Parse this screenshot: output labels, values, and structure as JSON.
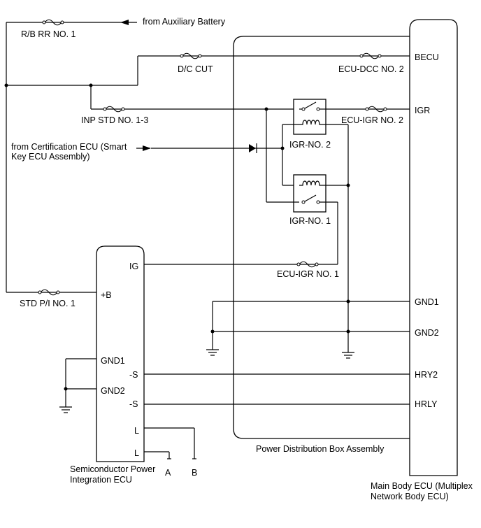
{
  "labels": {
    "rb_rr_no1": "R/B RR NO. 1",
    "from_aux": "from Auxiliary Battery",
    "dc_cut": "D/C CUT",
    "ecu_dcc_no2": "ECU-DCC NO. 2",
    "becu": "BECU",
    "inp_std": "INP STD NO. 1-3",
    "igr": "IGR",
    "ecu_igr_no2": "ECU-IGR NO. 2",
    "from_cert_line1": "from Certification ECU (Smart",
    "from_cert_line2": "Key ECU Assembly)",
    "igr_no2": "IGR-NO. 2",
    "igr_no1": "IGR-NO. 1",
    "ig": "IG",
    "ecu_igr_no1": "ECU-IGR NO. 1",
    "plus_b": "+B",
    "std_pi": "STD P/I NO. 1",
    "gnd1_main": "GND1",
    "gnd2_main": "GND2",
    "gnd1_spi": "GND1",
    "gnd2_spi": "GND2",
    "s1": "-S",
    "s2": "-S",
    "hry2": "HRY2",
    "hrly": "HRLY",
    "l1": "L",
    "l2": "L",
    "pdb": "Power Distribution Box Assembly",
    "spi_line1": "Semiconductor Power",
    "spi_line2": "Integration ECU",
    "a": "A",
    "b": "B",
    "main_line1": "Main Body ECU (Multiplex",
    "main_line2": "Network Body ECU)"
  }
}
